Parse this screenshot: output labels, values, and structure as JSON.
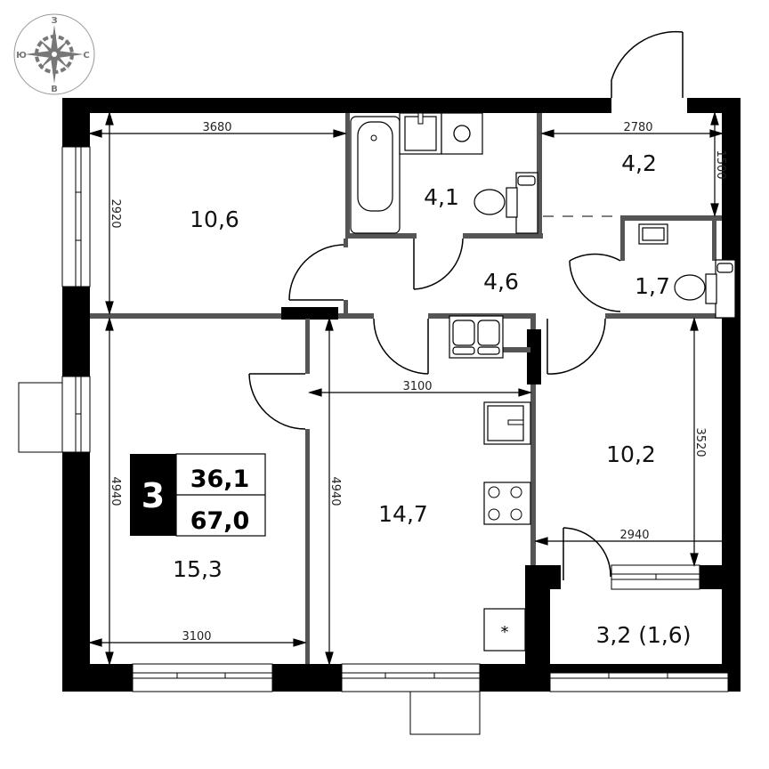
{
  "compass": {
    "north_label": "З",
    "west_label": "Ю",
    "east_label": "С",
    "south_label": "В",
    "icon": "compass-rose-icon"
  },
  "summary_badge": {
    "rooms": "3",
    "living_area": "36,1",
    "total_area": "67,0"
  },
  "rooms": [
    {
      "id": "bedroom-top-left",
      "area": "10,6"
    },
    {
      "id": "bathroom",
      "area": "4,1"
    },
    {
      "id": "entrance-hall",
      "area": "4,2"
    },
    {
      "id": "corridor",
      "area": "4,6"
    },
    {
      "id": "wc",
      "area": "1,7"
    },
    {
      "id": "bedroom-bottom-left",
      "area": "15,3"
    },
    {
      "id": "kitchen-living",
      "area": "14,7"
    },
    {
      "id": "bedroom-right",
      "area": "10,2"
    },
    {
      "id": "loggia",
      "area": "3,2 (1,6)"
    }
  ],
  "dimensions": {
    "bedroom_top_left_width": "3680",
    "bedroom_top_left_height": "2920",
    "entrance_width": "2780",
    "entrance_height": "1500",
    "bedroom_bottom_left_height": "4940",
    "bedroom_bottom_left_width": "3100",
    "kitchen_width": "3100",
    "kitchen_height": "4940",
    "bedroom_right_height": "3520",
    "bedroom_right_width": "2940"
  },
  "fixtures": {
    "fridge_marker": "*"
  },
  "colors": {
    "outer_wall": "#000000",
    "inner_wall": "#555555",
    "background": "#ffffff",
    "badge_bg": "#000000"
  }
}
